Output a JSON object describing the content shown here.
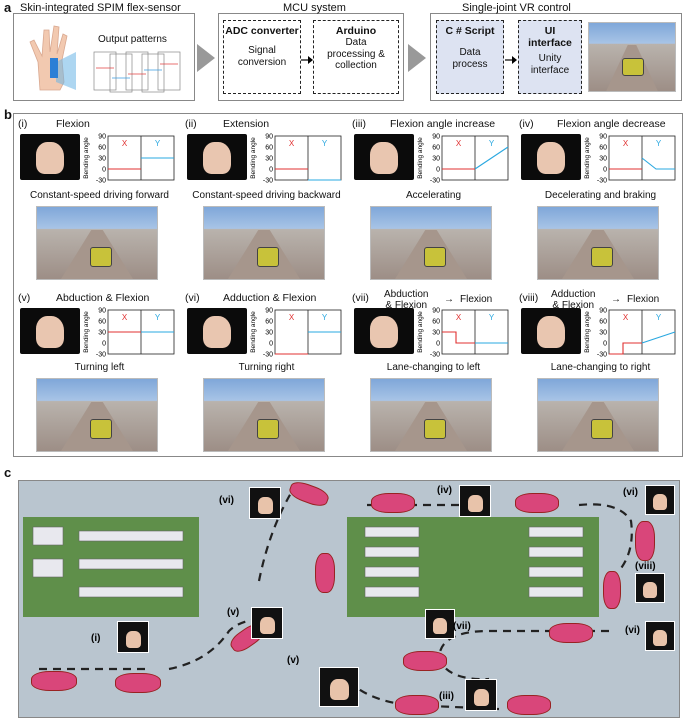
{
  "panel_a": {
    "label": "a",
    "sensor": {
      "title": "Skin-integrated SPIM flex-sensor",
      "patterns": "Output patterns"
    },
    "mcu": {
      "title": "MCU system",
      "adc": {
        "name": "ADC converter",
        "desc1": "Signal",
        "desc2": "conversion"
      },
      "arduino": {
        "name": "Arduino",
        "desc1": "Data",
        "desc2": "processing &",
        "desc3": "collection"
      }
    },
    "vr": {
      "title": "Single-joint VR control",
      "script": {
        "name": "C # Script",
        "desc1": "Data",
        "desc2": "process"
      },
      "ui": {
        "name1": "UI",
        "name2": "interface",
        "desc1": "Unity",
        "desc2": "interface"
      }
    }
  },
  "panel_b": {
    "label": "b",
    "y_axis_label": "Bending angle",
    "yticks": [
      "90",
      "60",
      "30",
      "0",
      "-30"
    ],
    "x_label": "X",
    "y_label": "Y",
    "cells": [
      {
        "num": "(i)",
        "title": "Flexion",
        "caption": "Constant-speed driving forward"
      },
      {
        "num": "(ii)",
        "title": "Extension",
        "caption": "Constant-speed driving backward"
      },
      {
        "num": "(iii)",
        "title": "Flexion angle increase",
        "caption": "Accelerating"
      },
      {
        "num": "(iv)",
        "title": "Flexion angle decrease",
        "caption": "Decelerating and braking"
      },
      {
        "num": "(v)",
        "title": "Abduction & Flexion",
        "caption": "Turning left"
      },
      {
        "num": "(vi)",
        "title": "Adduction & Flexion",
        "caption": "Turning right"
      },
      {
        "num": "(vii)",
        "title1": "Abduction",
        "title2": "& Flexion",
        "title3": "Flexion",
        "caption": "Lane-changing to left"
      },
      {
        "num": "(viii)",
        "title1": "Adduction",
        "title2": "& Flexion",
        "title3": "Flexion",
        "caption": "Lane-changing to right"
      }
    ]
  },
  "panel_c": {
    "label": "c",
    "markers": [
      "(vi)",
      "(v)",
      "(i)",
      "(iv)",
      "(vi)",
      "(viii)",
      "(vii)",
      "(vi)",
      "(v)",
      "(iii)"
    ]
  },
  "colors": {
    "x_line": "#e03030",
    "y_line": "#2aa8e0",
    "box_fill": "#dde3f2"
  }
}
